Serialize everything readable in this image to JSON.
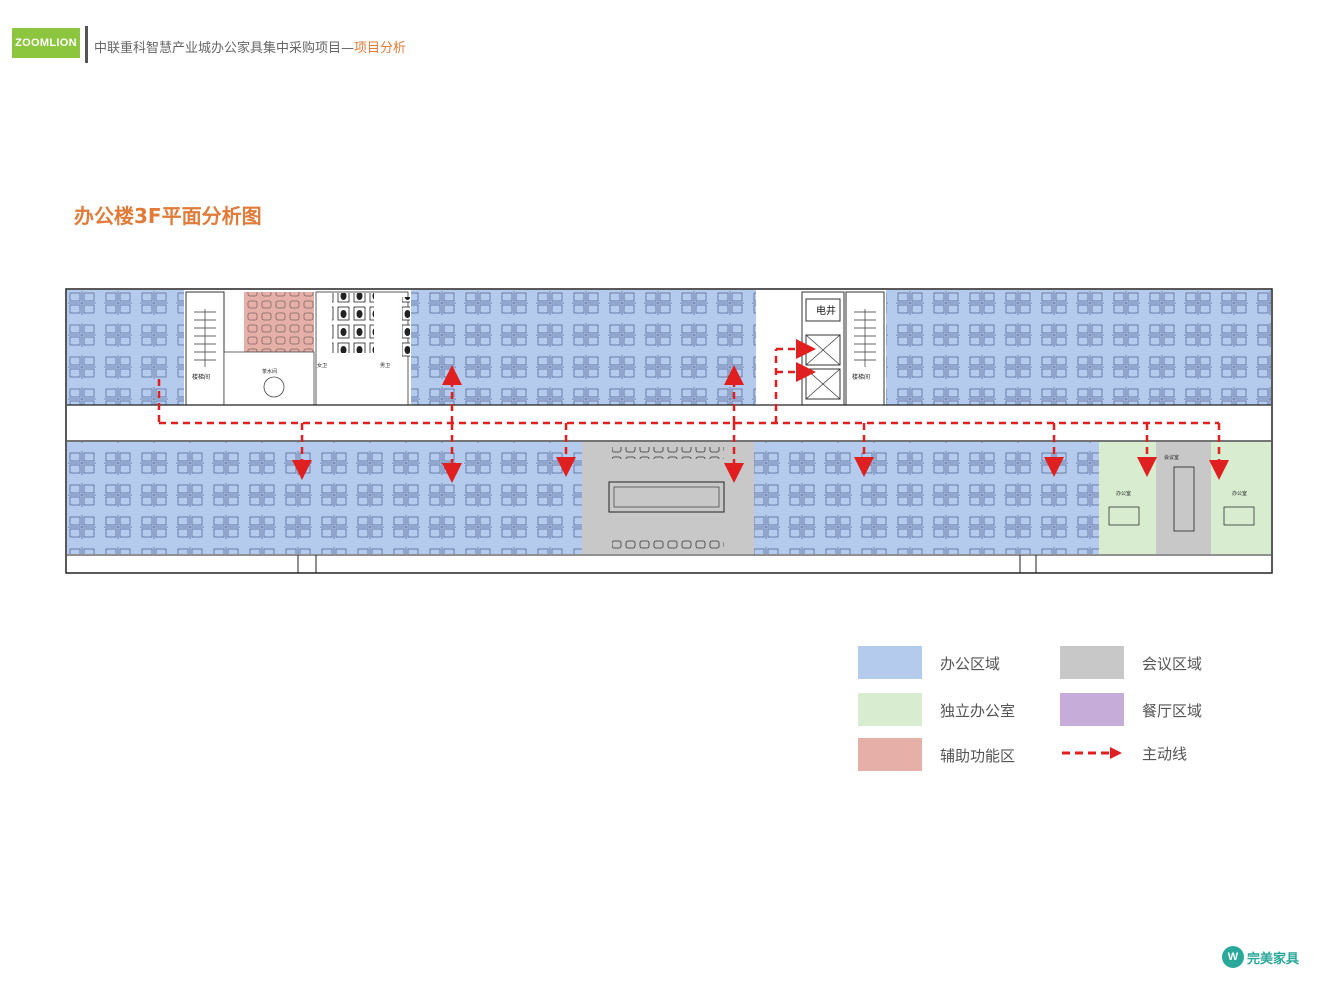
{
  "header": {
    "logo": "ZOOMLION",
    "title_main": "中联重科智慧产业城办公家具集中采购项目—",
    "title_highlight": "项目分析"
  },
  "page_title": "办公楼3F平面分析图",
  "plan": {
    "room_labels": {
      "stair_left": "楼梯间",
      "stair_right": "楼梯间",
      "elec_shaft": "电井",
      "wc_female": "女卫",
      "wc_male": "男卫",
      "tea_room": "茶水间",
      "office_meeting": "会议室",
      "office_room": "办公室"
    }
  },
  "legend": {
    "office_area": "办公区域",
    "meeting_area": "会议区域",
    "private_office": "独立办公室",
    "dining_area": "餐厅区域",
    "support_area": "辅助功能区",
    "main_path": "主动线"
  },
  "colors": {
    "accent": "#e07b39",
    "office": "#b4cbee",
    "meeting": "#c8c8c8",
    "private": "#d8ecd0",
    "dining": "#c6acd8",
    "support": "#e6b0a8",
    "path": "#e02020"
  },
  "brand": {
    "mark": "W",
    "name": "完美家具"
  }
}
